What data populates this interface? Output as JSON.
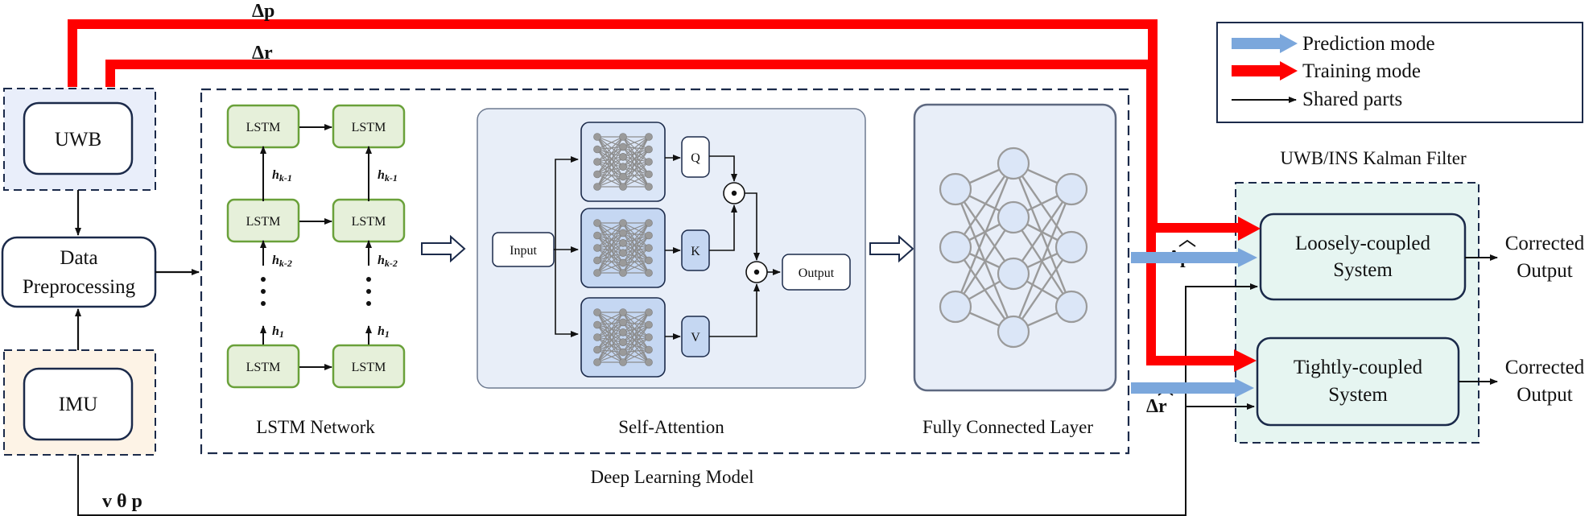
{
  "signals": {
    "delta_p": "Δp",
    "delta_r": "Δr",
    "delta_p_hat": "Δp",
    "delta_r_hat": "Δr",
    "imu_outputs": "v θ p"
  },
  "legend": {
    "items": [
      {
        "label": "Prediction mode",
        "color": "#7ba7dc"
      },
      {
        "label": "Training mode",
        "color": "#ff0000"
      },
      {
        "label": "Shared parts",
        "color": "#111111"
      }
    ]
  },
  "sources": {
    "uwb": "UWB",
    "imu": "IMU",
    "preprocessing_line1": "Data",
    "preprocessing_line2": "Preprocessing"
  },
  "deep_model": {
    "title": "Deep Learning Model",
    "lstm": {
      "caption": "LSTM Network",
      "cell": "LSTM",
      "h_k1": "h",
      "h_k1_sub": "k-1",
      "h_k2": "h",
      "h_k2_sub": "k-2",
      "h_1": "h",
      "h_1_sub": "1"
    },
    "attention": {
      "caption": "Self-Attention",
      "input": "Input",
      "q": "Q",
      "k": "K",
      "v": "V",
      "output": "Output",
      "dot": "⊙"
    },
    "fc": {
      "caption": "Fully Connected Layer"
    }
  },
  "kalman": {
    "title": "UWB/INS Kalman Filter",
    "loose_line1": "Loosely-coupled",
    "loose_line2": "System",
    "tight_line1": "Tightly-coupled",
    "tight_line2": "System",
    "out_line1": "Corrected",
    "out_line2": "Output"
  },
  "colors": {
    "red": "#ff0000",
    "blue": "#7ba7dc",
    "lstm_fill": "#e6f0da",
    "lstm_stroke": "#6aa13a",
    "panel_fill": "#e8eef8",
    "kalman_fill": "#e6f5f1",
    "uwb_fill": "#e9eefa",
    "imu_fill": "#fdf3e6",
    "neuron_fill": "#dbe6f7"
  }
}
